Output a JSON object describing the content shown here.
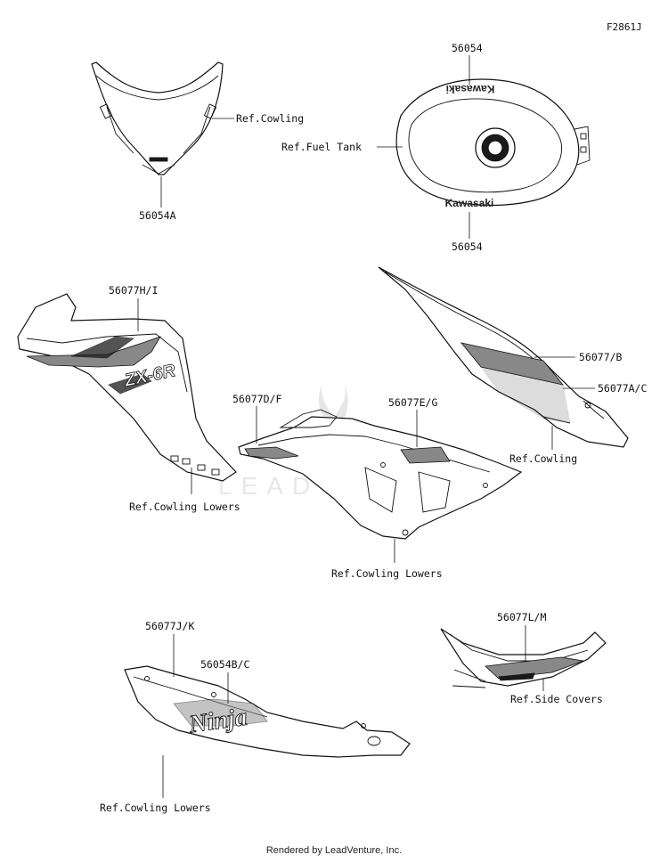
{
  "figure_code": "F2861J",
  "watermark": "LEADVENTURE",
  "footer": "Rendered by LeadVenture, Inc.",
  "callouts": {
    "windshield_part": "56054A",
    "windshield_ref": "Ref.Cowling",
    "tank_part_top": "56054",
    "tank_ref": "Ref.Fuel Tank",
    "tank_part_bottom": "56054",
    "tank_logo_text": "Kawasaki",
    "side_cowl_left_part": "56077H/I",
    "side_cowl_left_ref": "Ref.Cowling Lowers",
    "side_cowl_left_logo": "ZX-6R",
    "lower_center_part_a": "56077D/F",
    "lower_center_part_b": "56077E/G",
    "lower_center_ref": "Ref.Cowling Lowers",
    "upper_right_part_a": "56077/B",
    "upper_right_part_b": "56077A/C",
    "upper_right_ref": "Ref.Cowling",
    "lower_left_part_a": "56077J/K",
    "lower_left_part_b": "56054B/C",
    "lower_left_logo": "Ninja",
    "lower_left_ref": "Ref.Cowling Lowers",
    "side_cover_part": "56077L/M",
    "side_cover_ref": "Ref.Side Covers"
  }
}
